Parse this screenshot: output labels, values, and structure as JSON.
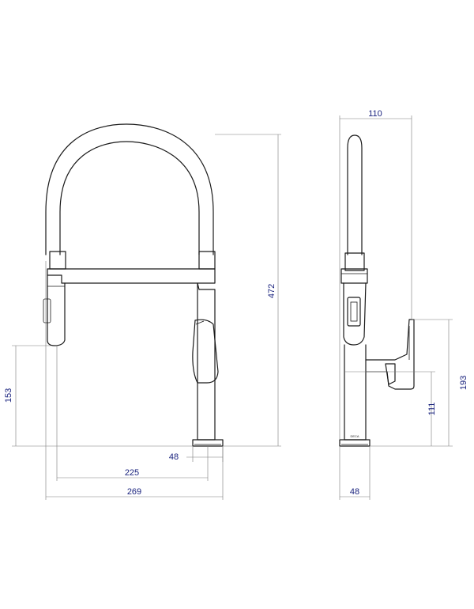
{
  "front_view": {
    "dim_height_total": "472",
    "dim_spout_height": "153",
    "dim_base": "48",
    "dim_reach": "225",
    "dim_width_total": "269"
  },
  "side_view": {
    "dim_top_width": "110",
    "dim_handle_height": "193",
    "dim_lever_height": "111",
    "dim_base": "48",
    "brand_mark": "DECA"
  }
}
